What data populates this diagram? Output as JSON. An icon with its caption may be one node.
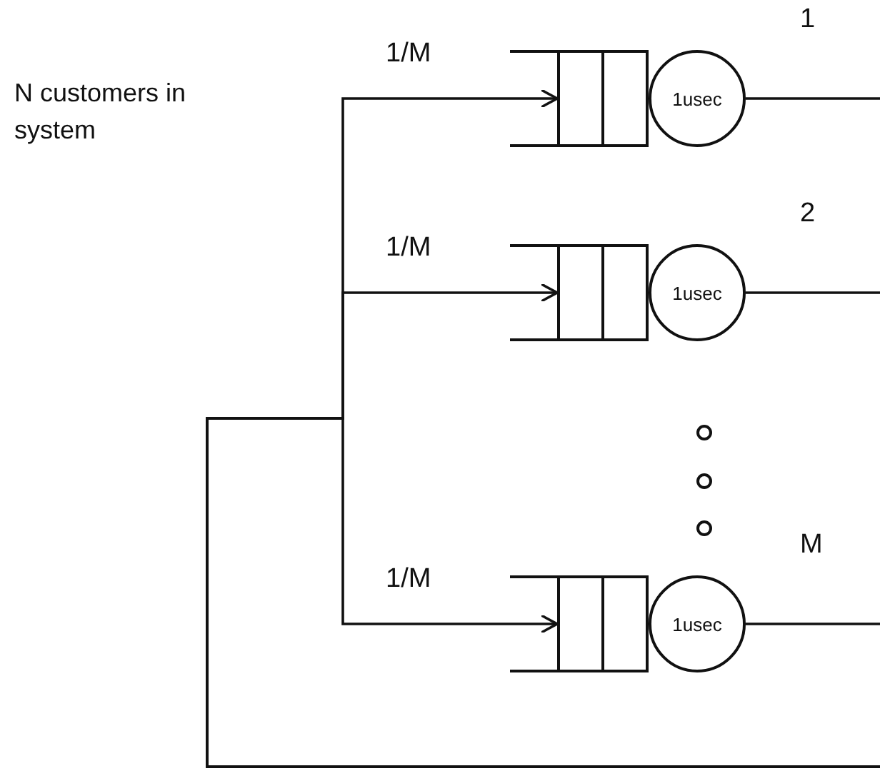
{
  "diagram": {
    "nodes": [
      {
        "text": [],
        "shape": "box"
      },
      {
        "text": [
          "1usec"
        ],
        "beside": [
          "1"
        ]
      },
      {
        "text": [],
        "shape": "box"
      },
      {
        "text": [
          "1usec"
        ],
        "beside": [
          "2"
        ]
      },
      {
        "text": [],
        "shape": "box"
      },
      {
        "text": [
          "1usec"
        ],
        "beside": [
          "M"
        ]
      }
    ],
    "edges": [
      {
        "from": null,
        "to": 0,
        "arrow": "to",
        "label": "1/M"
      },
      {
        "from": null,
        "to": 2,
        "arrow": "to",
        "label": "1/M"
      },
      {
        "from": null,
        "to": 4,
        "arrow": "to",
        "label": "1/M"
      },
      {
        "from": 1,
        "to": null,
        "arrow": "none"
      },
      {
        "from": 3,
        "to": null,
        "arrow": "none"
      },
      {
        "from": 5,
        "to": null,
        "arrow": "none"
      }
    ],
    "labels": [
      "N customers in system"
    ]
  }
}
